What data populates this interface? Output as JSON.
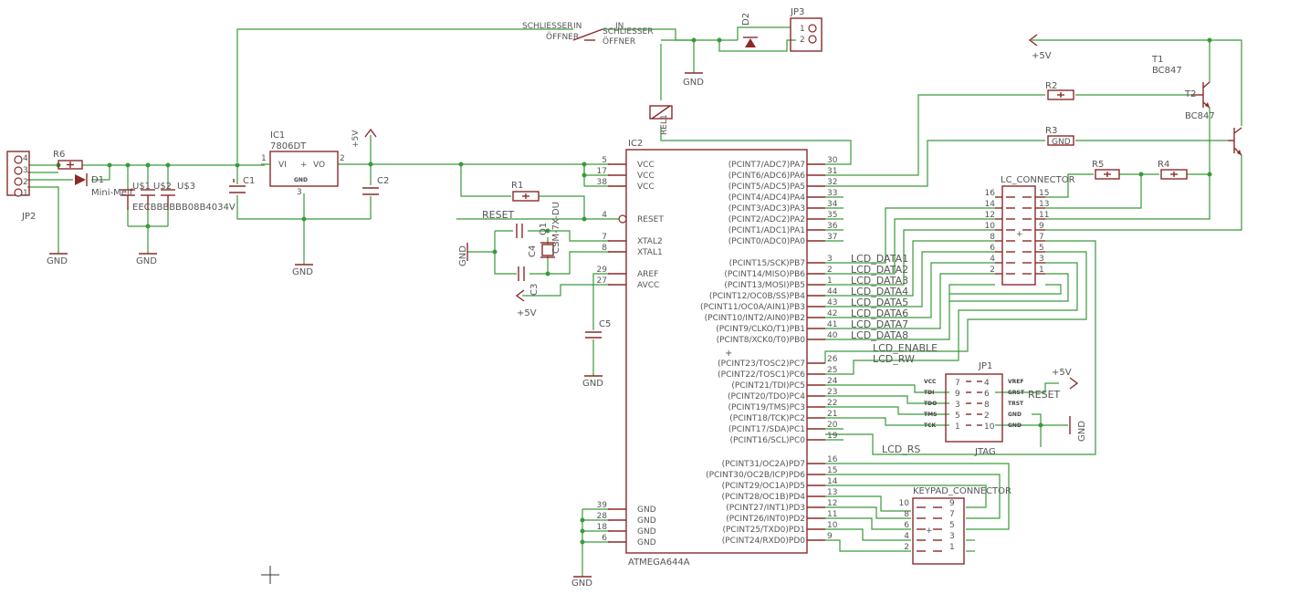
{
  "supply": {
    "gnd": "GND",
    "p5v": "+5V"
  },
  "jp2": {
    "name": "JP2",
    "pins": [
      "4",
      "3",
      "2",
      "1"
    ]
  },
  "r6": "R6",
  "d1": {
    "name": "D1",
    "value": "Mini-Melf"
  },
  "caps_front": {
    "labels": [
      "U$1",
      "U$2",
      "U$3"
    ],
    "value": "EECBBBBBB08B4034V"
  },
  "ic1": {
    "name": "IC1",
    "value": "7806DT",
    "vi": "VI",
    "vo": "VO",
    "gnd": "GND",
    "p1": "1",
    "p2": "2",
    "p3": "3"
  },
  "c1": "C1",
  "c2": "C2",
  "switch": {
    "top_left": "SCHLIESSER",
    "top_mid": "IN",
    "top_mid2": "IN",
    "top_right": "SCHLIESSER",
    "bot_left": "ÖFFNER",
    "bot_right": "ÖFFNER"
  },
  "d2": "D2",
  "jp3": {
    "name": "JP3",
    "pins": [
      "1",
      "2"
    ]
  },
  "relay": "REL1",
  "r1": "R1",
  "reset_net": "RESET",
  "q1": {
    "name": "Q1",
    "value": "CSM-7X-DU"
  },
  "c3": "C3",
  "c4": "C4",
  "c5": "C5",
  "ic2": {
    "name": "IC2",
    "value": "ATMEGA644A",
    "left_pins": [
      {
        "num": "5",
        "label": "VCC"
      },
      {
        "num": "17",
        "label": "VCC"
      },
      {
        "num": "38",
        "label": "VCC"
      },
      {
        "num": "4",
        "label": "RESET"
      },
      {
        "num": "7",
        "label": "XTAL2"
      },
      {
        "num": "8",
        "label": "XTAL1"
      },
      {
        "num": "29",
        "label": "AREF"
      },
      {
        "num": "27",
        "label": "AVCC"
      },
      {
        "num": "39",
        "label": "GND"
      },
      {
        "num": "28",
        "label": "GND"
      },
      {
        "num": "18",
        "label": "GND"
      },
      {
        "num": "6",
        "label": "GND"
      }
    ],
    "right_pins": [
      {
        "num": "30",
        "label": "(PCINT7/ADC7)PA7"
      },
      {
        "num": "31",
        "label": "(PCINT6/ADC6)PA6"
      },
      {
        "num": "32",
        "label": "(PCINT5/ADC5)PA5"
      },
      {
        "num": "33",
        "label": "(PCINT4/ADC4)PA4"
      },
      {
        "num": "34",
        "label": "(PCINT3/ADC3)PA3"
      },
      {
        "num": "35",
        "label": "(PCINT2/ADC2)PA2"
      },
      {
        "num": "36",
        "label": "(PCINT1/ADC1)PA1"
      },
      {
        "num": "37",
        "label": "(PCINT0/ADC0)PA0"
      },
      {
        "num": "3",
        "label": "(PCINT15/SCK)PB7"
      },
      {
        "num": "2",
        "label": "(PCINT14/MISO)PB6"
      },
      {
        "num": "1",
        "label": "(PCINT13/MOSI)PB5"
      },
      {
        "num": "44",
        "label": "(PCINT12/OC0B/SS)PB4"
      },
      {
        "num": "43",
        "label": "(PCINT11/OC0A/AIN1)PB3"
      },
      {
        "num": "42",
        "label": "(PCINT10/INT2/AIN0)PB2"
      },
      {
        "num": "41",
        "label": "(PCINT9/CLKO/T1)PB1"
      },
      {
        "num": "40",
        "label": "(PCINT8/XCK0/T0)PB0"
      },
      {
        "num": "26",
        "label": "(PCINT23/TOSC2)PC7"
      },
      {
        "num": "25",
        "label": "(PCINT22/TOSC1)PC6"
      },
      {
        "num": "24",
        "label": "(PCINT21/TDI)PC5"
      },
      {
        "num": "23",
        "label": "(PCINT20/TDO)PC4"
      },
      {
        "num": "22",
        "label": "(PCINT19/TMS)PC3"
      },
      {
        "num": "21",
        "label": "(PCINT18/TCK)PC2"
      },
      {
        "num": "20",
        "label": "(PCINT17/SDA)PC1"
      },
      {
        "num": "19",
        "label": "(PCINT16/SCL)PC0"
      },
      {
        "num": "16",
        "label": "(PCINT31/OC2A)PD7"
      },
      {
        "num": "15",
        "label": "(PCINT30/OC2B/ICP)PD6"
      },
      {
        "num": "14",
        "label": "(PCINT29/OC1A)PD5"
      },
      {
        "num": "13",
        "label": "(PCINT28/OC1B)PD4"
      },
      {
        "num": "12",
        "label": "(PCINT27/INT1)PD3"
      },
      {
        "num": "11",
        "label": "(PCINT26/INT0)PD2"
      },
      {
        "num": "10",
        "label": "(PCINT25/TXD0)PD1"
      },
      {
        "num": "9",
        "label": "(PCINT24/RXD0)PD0"
      }
    ]
  },
  "lcd_nets": [
    "LCD_DATA1",
    "LCD_DATA2",
    "LCD_DATA3",
    "LCD_DATA4",
    "LCD_DATA5",
    "LCD_DATA6",
    "LCD_DATA7",
    "LCD_DATA8",
    "LCD_ENABLE",
    "LCD_RW",
    "LCD_RS"
  ],
  "lc_connector": {
    "name": "LC_CONNECTOR",
    "left": [
      "16",
      "14",
      "12",
      "10",
      "8",
      "6",
      "4",
      "2"
    ],
    "right": [
      "15",
      "13",
      "11",
      "9",
      "7",
      "5",
      "3",
      "1"
    ]
  },
  "r2": "R2",
  "r3": "R3",
  "r3_val": "GND",
  "r4": "R4",
  "r5": "R5",
  "t1": {
    "name": "T1",
    "value": "BC847"
  },
  "t2": {
    "name": "T2",
    "value": "BC847"
  },
  "jp1": {
    "name": "JP1",
    "value": "JTAG",
    "left_labels": [
      "VCC",
      "TDI",
      "TDO",
      "TMS",
      "TCK"
    ],
    "right_labels": [
      "VREF",
      "GRST",
      "TRST",
      "GND",
      "GND"
    ],
    "left_nums": [
      "7",
      "9",
      "3",
      "5",
      "1"
    ],
    "right_nums": [
      "4",
      "6",
      "8",
      "2",
      "10"
    ]
  },
  "keypad": {
    "name": "KEYPAD_CONNECTOR",
    "left": [
      "10",
      "8",
      "6",
      "4",
      "2"
    ],
    "right": [
      "9",
      "7",
      "5",
      "3",
      "1"
    ]
  }
}
